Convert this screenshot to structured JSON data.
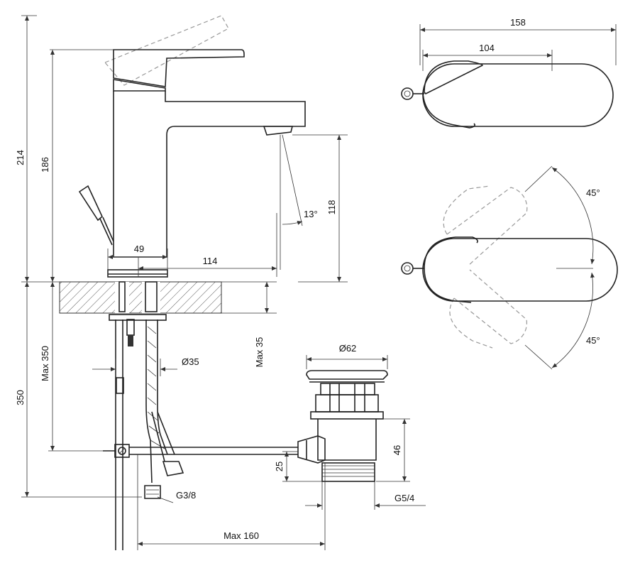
{
  "dimensions": {
    "total_height": "214",
    "body_height": "186",
    "spout_height": "118",
    "spout_angle": "13°",
    "base_width": "49",
    "spout_reach": "114",
    "below_total": "350",
    "below_max": "Max 350",
    "counter_max": "Max 35",
    "hole_diameter": "Ø35",
    "waste_diameter": "Ø62",
    "waste_height": "46",
    "waste_offset": "25",
    "hose_thread": "G3/8",
    "waste_thread": "G5/4",
    "rod_reach": "Max 160",
    "top_length": "158",
    "top_lever": "104",
    "rotation_upper": "45°",
    "rotation_lower": "45°"
  }
}
